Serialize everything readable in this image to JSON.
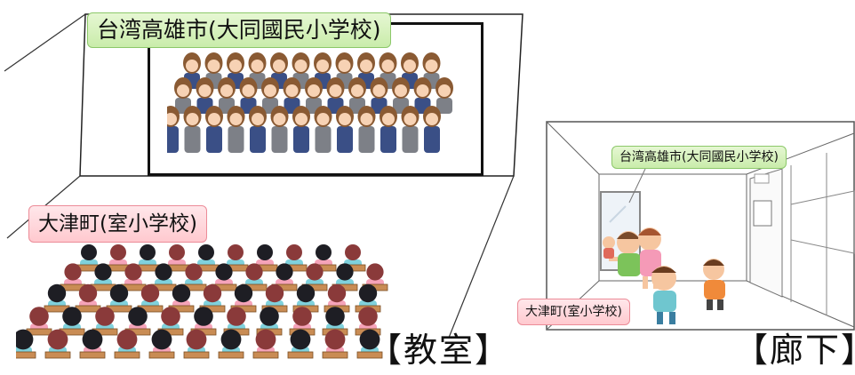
{
  "left_scene": {
    "taiwan_label": "台湾高雄市(大同國民小学校)",
    "otsu_label": "大津町(室小学校)",
    "caption": "【教室】"
  },
  "right_scene": {
    "taiwan_label": "台湾高雄市(大同國民小学校)",
    "otsu_label": "大津町(室小学校)",
    "caption": "【廊下】"
  },
  "colors": {
    "green_label_bg": "#d4f0b8",
    "green_label_border": "#8cc86a",
    "pink_label_bg": "#ffd6db",
    "pink_label_border": "#ec8c98",
    "uniform_navy": "#3a4f86",
    "uniform_gray": "#7d8087",
    "hair_brown": "#8a5a33"
  }
}
